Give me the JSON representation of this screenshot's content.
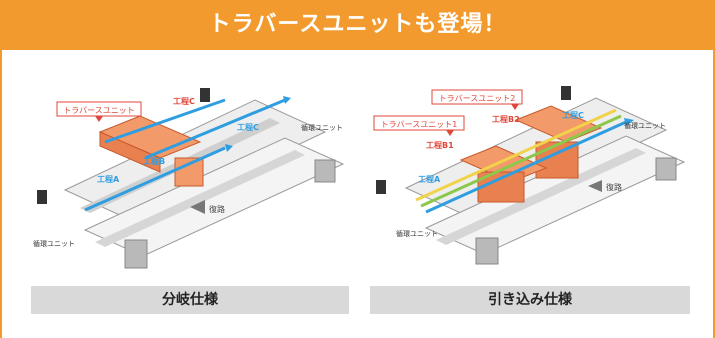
{
  "header": {
    "title": "トラバースユニットも登場！"
  },
  "left": {
    "traverse_label": "トラバースユニット",
    "process_c_top": "工程C",
    "process_c_right": "工程C",
    "process_b": "工程B",
    "process_a": "工程A",
    "return_path": "復路",
    "circ_right": "循環ユニット",
    "circ_left": "循環ユニット",
    "caption": "分岐仕様"
  },
  "right": {
    "traverse_label_2": "トラバースユニット2",
    "traverse_label_1": "トラバースユニット1",
    "process_b2": "工程B2",
    "process_b1": "工程B1",
    "process_c": "工程C",
    "process_a": "工程A",
    "return_path": "復路",
    "circ_right": "循環ユニット",
    "circ_left": "循環ユニット",
    "caption": "引き込み仕様"
  },
  "colors": {
    "accent": "#f39a2e",
    "callout": "#e0463a",
    "flow": "#2e9ee0",
    "unit": "#f29a6a"
  }
}
